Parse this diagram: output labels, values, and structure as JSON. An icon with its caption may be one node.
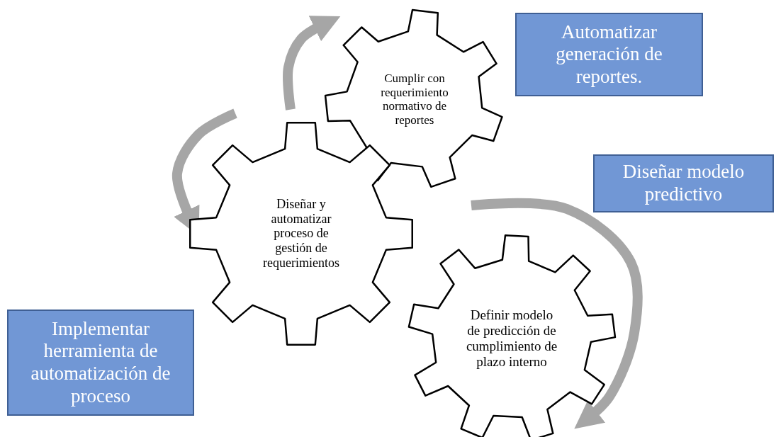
{
  "diagram": {
    "nodes": [
      {
        "text": [
          "Cumplir con requerimiento normativo de reportes"
        ]
      },
      {
        "text": [
          "Automatizar generación de reportes."
        ]
      },
      {
        "text": [
          "Diseñar modelo predictivo"
        ]
      },
      {
        "text": [
          "Diseñar y automatizar proceso de gestión de requerimientos"
        ]
      },
      {
        "text": [
          "Definir modelo de predicción de cumplimiento de plazo interno"
        ]
      },
      {
        "text": [
          "Implementar herramienta de automatización de proceso"
        ]
      }
    ],
    "edges": [
      {
        "from": 3,
        "to": 0,
        "arrow": "to"
      },
      {
        "from": null,
        "to": 3,
        "arrow": "to"
      },
      {
        "from": null,
        "to": 4,
        "arrow": "to"
      }
    ]
  }
}
